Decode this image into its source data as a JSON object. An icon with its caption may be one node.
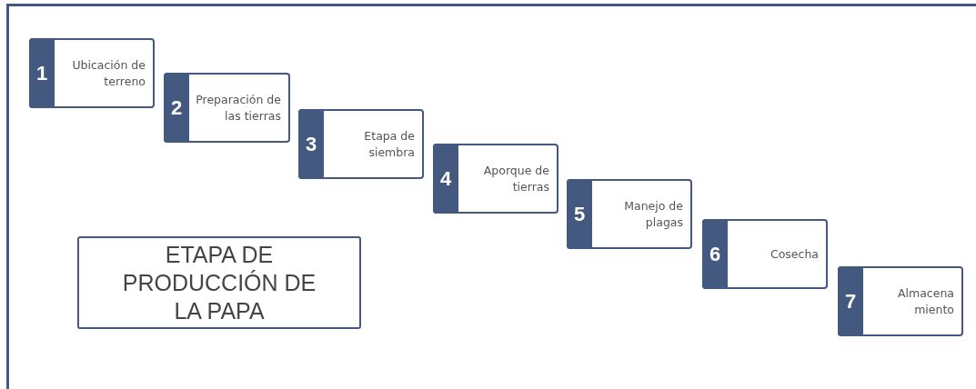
{
  "diagram": {
    "nodes": [
      {
        "text": [
          "1",
          "Ubicación de terreno"
        ]
      },
      {
        "text": [
          "2",
          "Preparación de las tierras"
        ]
      },
      {
        "text": [
          "3",
          "Etapa de siembra"
        ]
      },
      {
        "text": [
          "4",
          "Aporque de tierras"
        ]
      },
      {
        "text": [
          "5",
          "Manejo de plagas"
        ]
      },
      {
        "text": [
          "6",
          "Cosecha"
        ]
      },
      {
        "text": [
          "7",
          "Almacena miento"
        ]
      },
      {
        "text": [
          "ETAPA DE PRODUCCIÓN DE LA PAPA"
        ]
      }
    ]
  }
}
